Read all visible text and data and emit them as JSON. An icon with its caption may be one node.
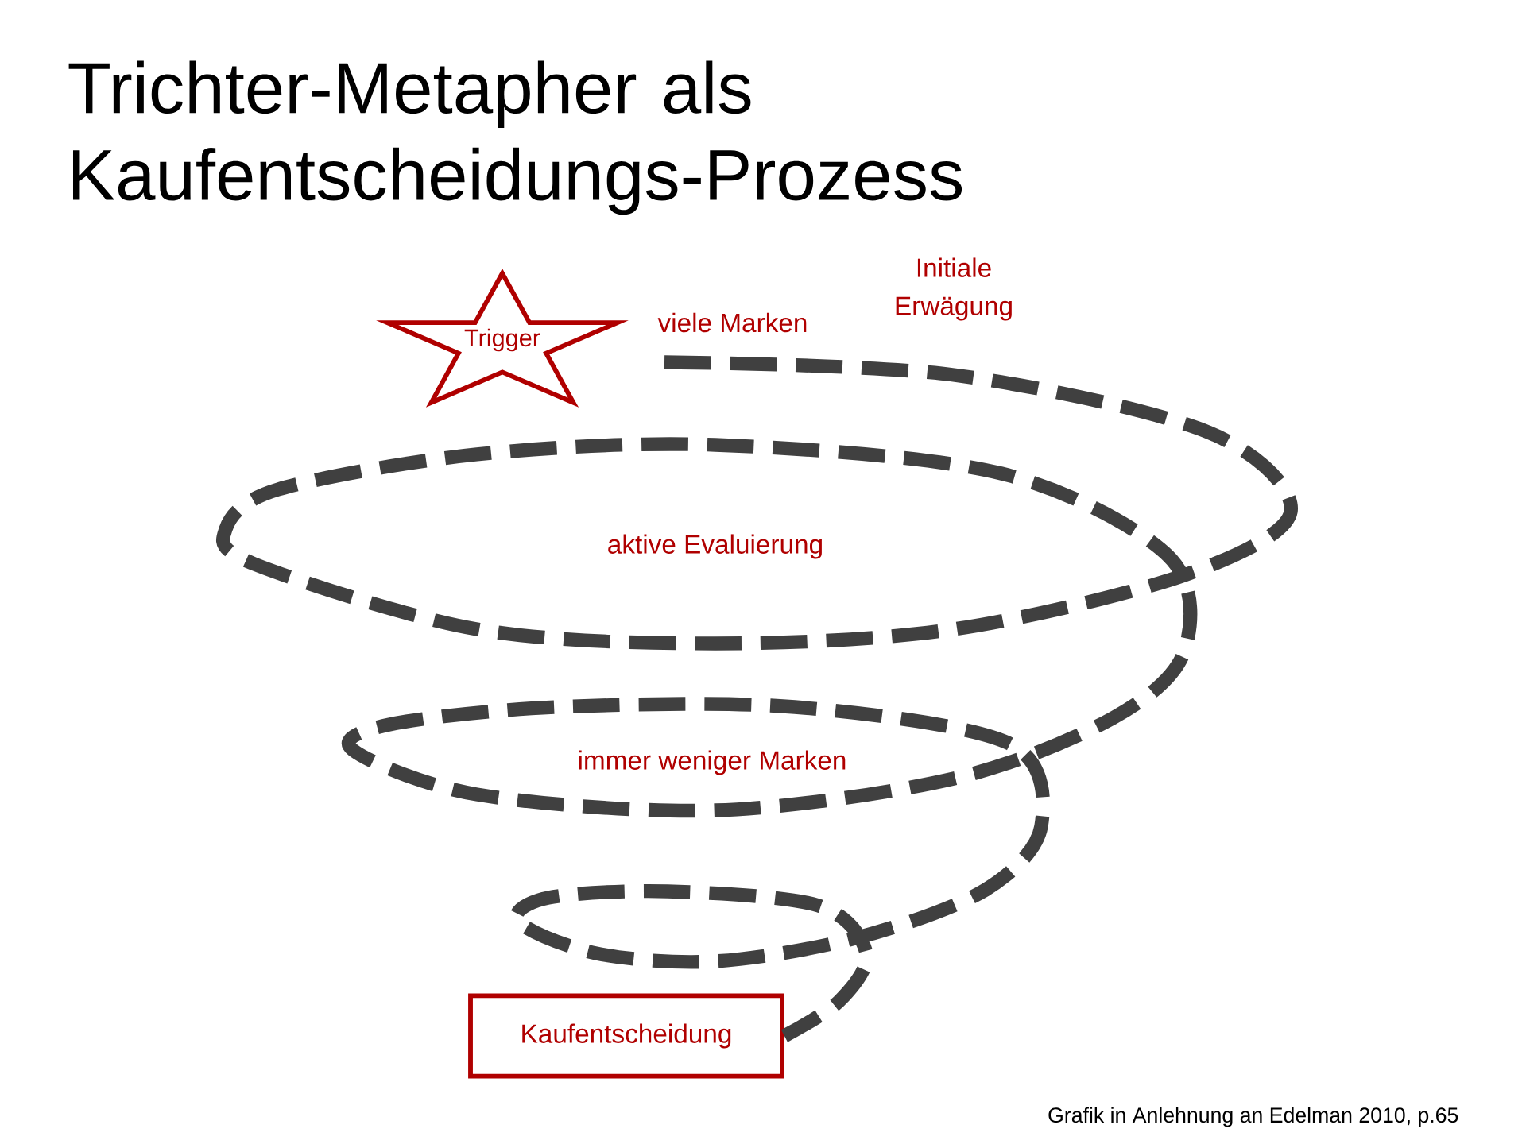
{
  "diagram": {
    "title": "Trichter-Metapher als Kaufentscheidungs-Prozess",
    "caption": "Grafik in Anlehnung an Edelman 2010, p.65",
    "nodes": [
      {
        "text": [
          "Trigger"
        ]
      },
      {
        "text": [
          "Kaufentscheidung"
        ]
      }
    ],
    "edges": [
      {
        "from": 0,
        "to": 1,
        "arrow": "none",
        "style": "dashed"
      }
    ],
    "labels": [
      "Initiale Erwägung",
      "viele Marken",
      "aktive Evaluierung",
      "immer weniger Marken"
    ]
  }
}
